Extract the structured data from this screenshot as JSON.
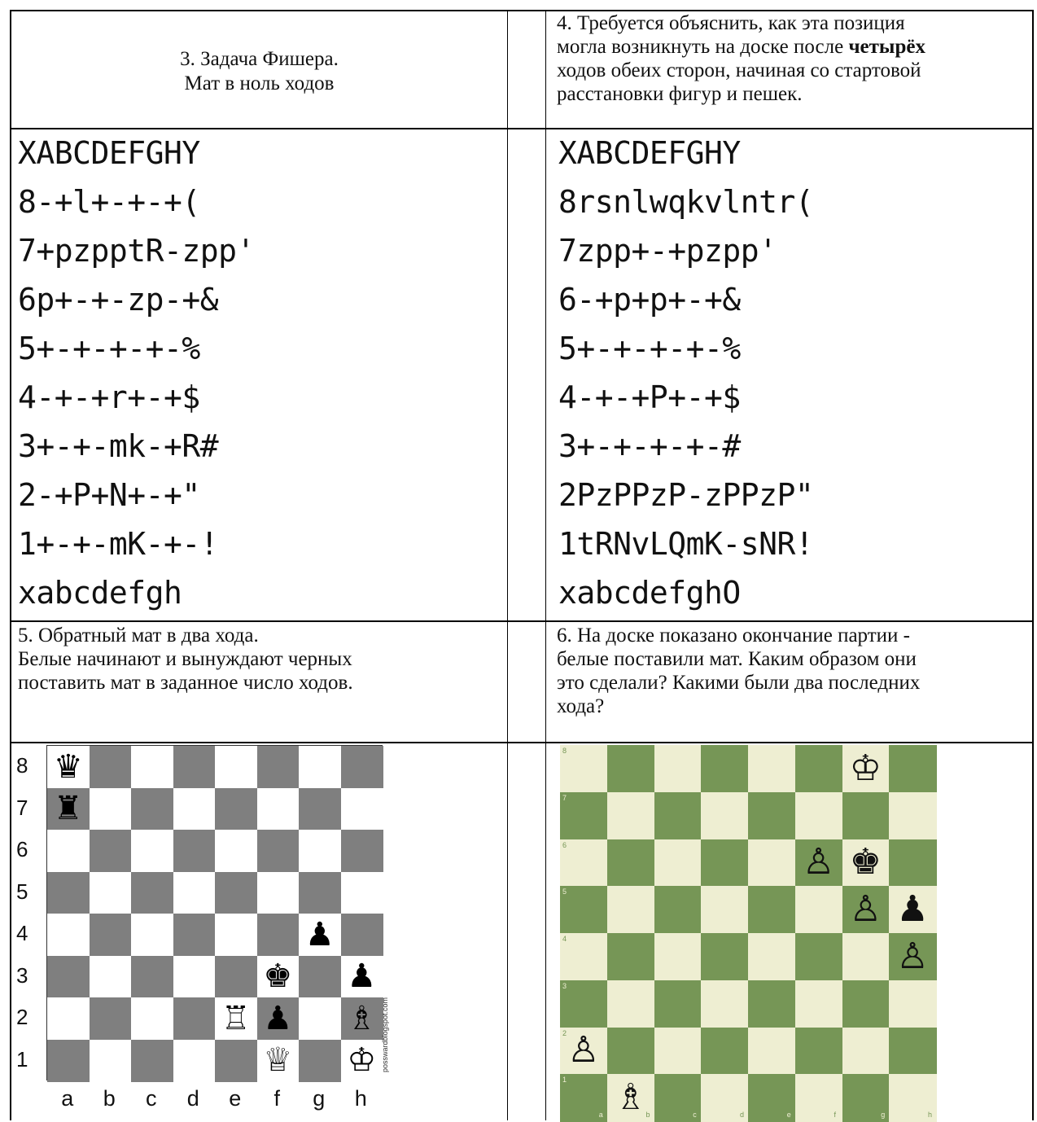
{
  "task3": {
    "title": "3. Задача Фишера.",
    "subtitle": "Мат в ноль ходов",
    "diagram_lines": [
      "XABCDEFGHY",
      "8-+l+-+-+(",
      "7+pzpptR-zpp'",
      "6p+-+-zp-+&",
      "5+-+-+-+-%",
      "4-+-+r+-+$",
      "3+-+-mk-+R#",
      "2-+P+N+-+\"",
      "1+-+-mK-+-!",
      "xabcdefgh"
    ]
  },
  "task4": {
    "line1": "4. Требуется объяснить, как эта позиция",
    "line2_pre": "могла возникнуть на доске после ",
    "line2_bold": "четырёх",
    "line3": "ходов обеих сторон, начиная со стартовой",
    "line4": "расстановки фигур и пешек.",
    "diagram_lines": [
      "XABCDEFGHY",
      "8rsnlwqkvlntr(",
      "7zpp+-+pzpp'",
      "6-+p+p+-+&",
      "5+-+-+-+-%",
      "4-+-+P+-+$",
      "3+-+-+-+-#",
      "2PzPPzP-zPPzP\"",
      "1tRNvLQmK-sNR!",
      "xabcdefghO"
    ]
  },
  "task5": {
    "line1": "5. Обратный мат в два хода.",
    "line2": "Белые начинают и вынуждают черных",
    "line3": "поставить мат в заданное число ходов.",
    "ranks": [
      "8",
      "7",
      "6",
      "5",
      "4",
      "3",
      "2",
      "1"
    ],
    "files": [
      "a",
      "b",
      "c",
      "d",
      "e",
      "f",
      "g",
      "h"
    ],
    "watermark": "posswardblogspot.com",
    "pieces": [
      {
        "square": "a8",
        "glyph": "♛",
        "color": "black",
        "icon": "black-queen-icon"
      },
      {
        "square": "a7",
        "glyph": "♜",
        "color": "black",
        "icon": "black-rook-icon"
      },
      {
        "square": "g4",
        "glyph": "♟",
        "color": "black",
        "icon": "black-pawn-icon"
      },
      {
        "square": "f3",
        "glyph": "♚",
        "color": "black",
        "icon": "black-king-icon"
      },
      {
        "square": "h3",
        "glyph": "♟",
        "color": "black",
        "icon": "black-pawn-icon"
      },
      {
        "square": "e2",
        "glyph": "♖",
        "color": "white",
        "icon": "white-rook-icon"
      },
      {
        "square": "f2",
        "glyph": "♟",
        "color": "black",
        "icon": "black-pawn-icon"
      },
      {
        "square": "h2",
        "glyph": "♗",
        "color": "white",
        "icon": "white-bishop-icon"
      },
      {
        "square": "f1",
        "glyph": "♕",
        "color": "white",
        "icon": "white-queen-icon"
      },
      {
        "square": "h1",
        "glyph": "♔",
        "color": "white",
        "icon": "white-king-icon"
      }
    ],
    "colors": {
      "dark": "#7f7f7f",
      "light": "#ffffff"
    }
  },
  "task6": {
    "line1": "6. На доске показано окончание партии -",
    "line2": "белые поставили мат. Каким образом они",
    "line3": "это сделали? Какими были два последних",
    "line4": "хода?",
    "ranks": [
      "8",
      "7",
      "6",
      "5",
      "4",
      "3",
      "2",
      "1"
    ],
    "files": [
      "a",
      "b",
      "c",
      "d",
      "e",
      "f",
      "g",
      "h"
    ],
    "pieces": [
      {
        "square": "g8",
        "glyph": "♔",
        "color": "white",
        "icon": "white-king-icon"
      },
      {
        "square": "f6",
        "glyph": "♙",
        "color": "white",
        "icon": "white-pawn-icon"
      },
      {
        "square": "g6",
        "glyph": "♚",
        "color": "black",
        "icon": "black-king-icon"
      },
      {
        "square": "g5",
        "glyph": "♙",
        "color": "white",
        "icon": "white-pawn-icon"
      },
      {
        "square": "h5",
        "glyph": "♟",
        "color": "black",
        "icon": "black-pawn-icon"
      },
      {
        "square": "h4",
        "glyph": "♙",
        "color": "white",
        "icon": "white-pawn-icon"
      },
      {
        "square": "a2",
        "glyph": "♙",
        "color": "white",
        "icon": "white-pawn-icon"
      },
      {
        "square": "b1",
        "glyph": "♗",
        "color": "white",
        "icon": "white-bishop-icon"
      }
    ],
    "colors": {
      "dark": "#769656",
      "light": "#eeeed2"
    }
  }
}
